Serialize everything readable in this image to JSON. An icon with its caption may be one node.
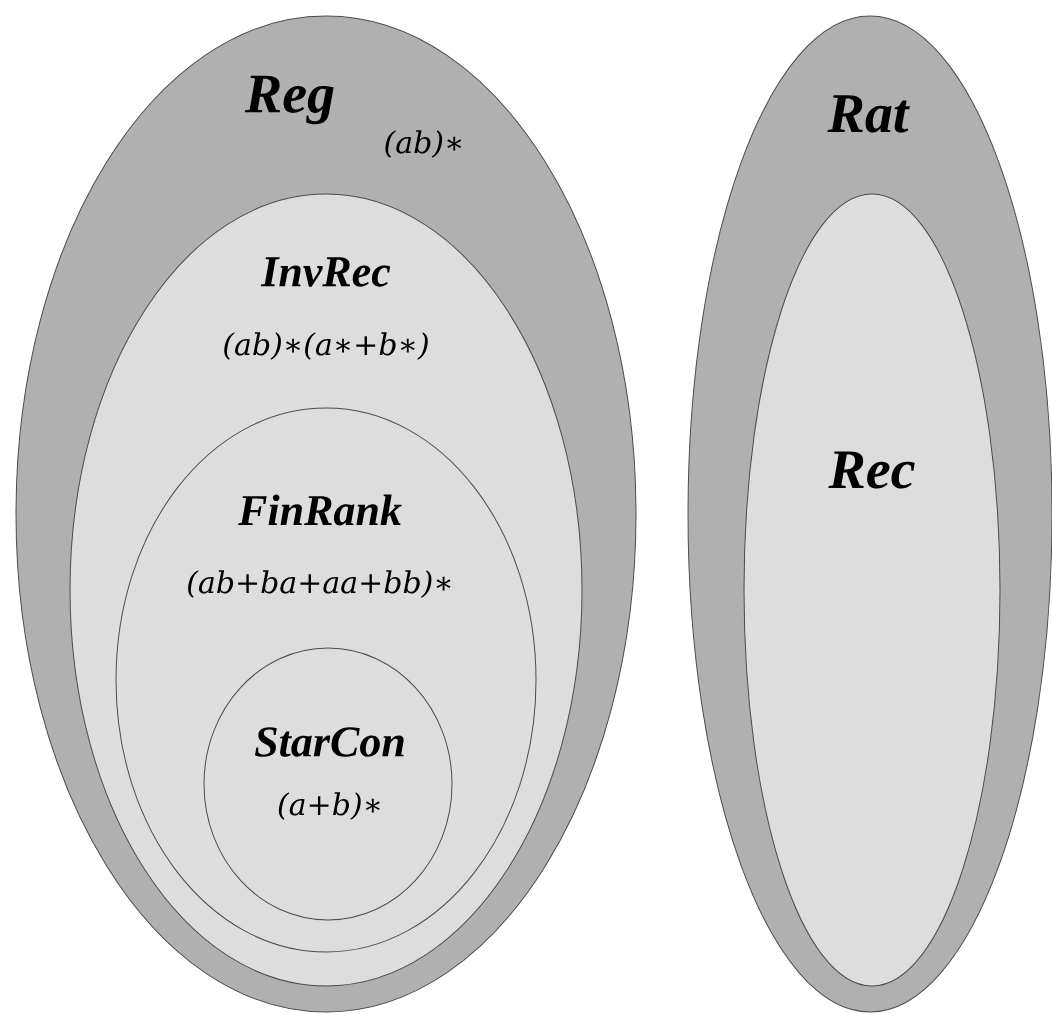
{
  "diagram": {
    "nodes": [
      {
        "text": [
          "Reg",
          "(ab)∗"
        ]
      },
      {
        "text": [
          "InvRec",
          "(ab)∗(a∗+b∗)"
        ],
        "in": 0
      },
      {
        "text": [
          "FinRank",
          "(ab+ba+aa+bb)∗"
        ],
        "in": 1
      },
      {
        "text": [
          "StarCon",
          "(a+b)∗"
        ],
        "in": 2
      },
      {
        "text": [
          "Rat"
        ]
      },
      {
        "text": [
          "Rec"
        ],
        "in": 4
      }
    ]
  }
}
